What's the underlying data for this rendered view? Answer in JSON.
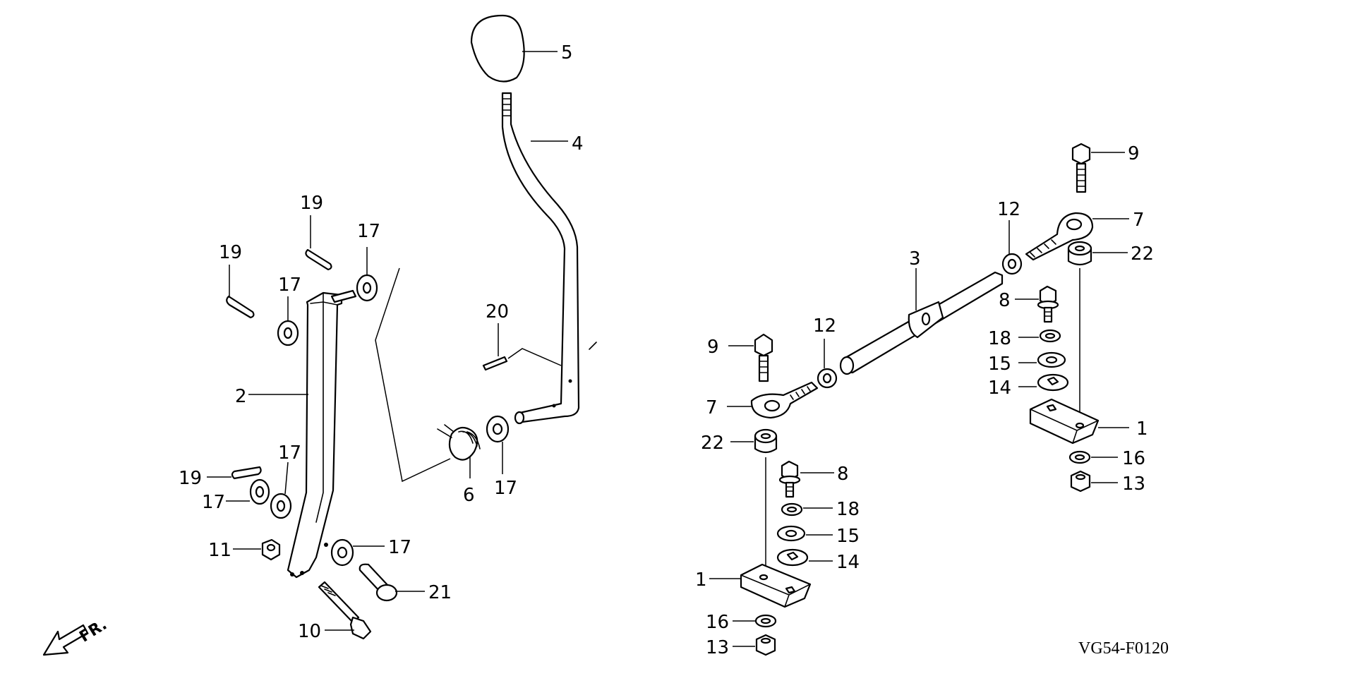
{
  "drawing_code": "VG54-F0120",
  "direction_mark": "FR.",
  "callouts": {
    "c5": "5",
    "c4": "4",
    "c19a": "19",
    "c19b": "19",
    "c17a": "17",
    "c17b": "17",
    "c20": "20",
    "c2": "2",
    "c17c": "17",
    "c19c": "19",
    "c17d": "17",
    "c6": "6",
    "c17e": "17",
    "c11": "11",
    "c17f": "17",
    "c21": "21",
    "c10": "10",
    "c9a": "9",
    "c12a": "12",
    "c3": "3",
    "c7a": "7",
    "c22a": "22",
    "c8a": "8",
    "c18a": "18",
    "c15a": "15",
    "c14a": "14",
    "c1a": "1",
    "c16a": "16",
    "c13a": "13",
    "c9b": "9",
    "c12b": "12",
    "c7b": "7",
    "c22b": "22",
    "c8b": "8",
    "c18b": "18",
    "c15b": "15",
    "c14b": "14",
    "c1b": "1",
    "c16b": "16",
    "c13b": "13"
  }
}
